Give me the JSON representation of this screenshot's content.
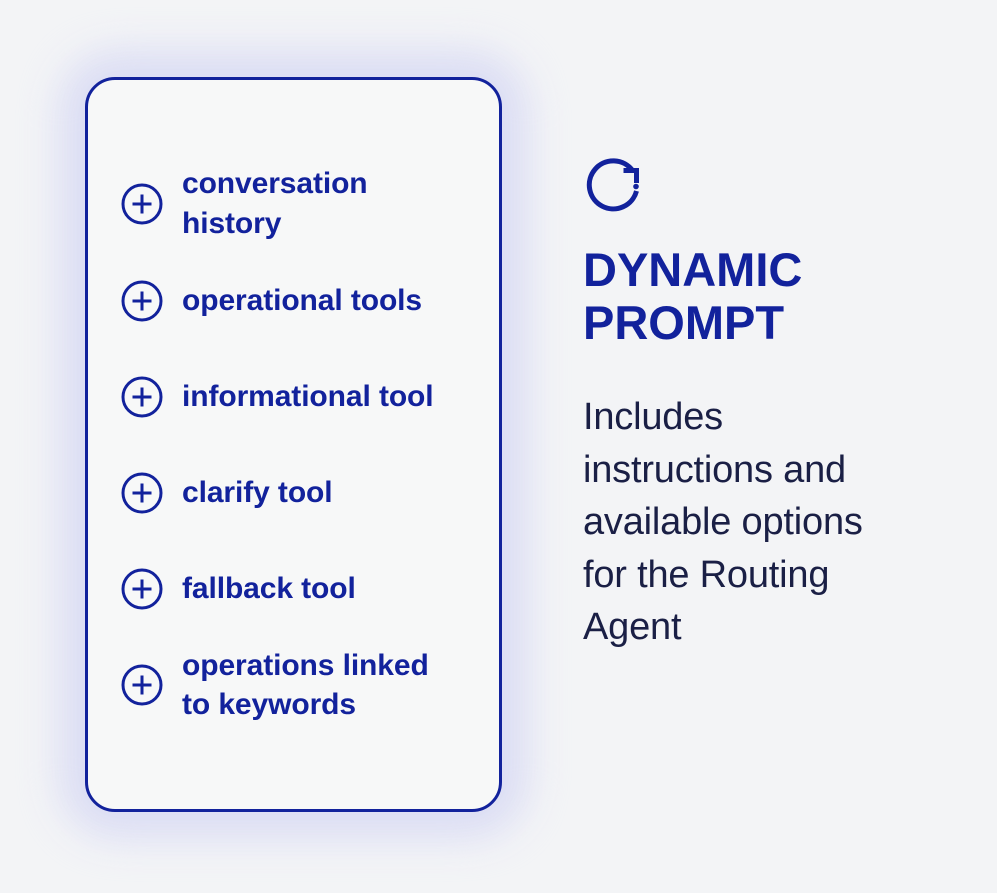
{
  "theme": {
    "page_background": "#f3f4f6",
    "card_background": "#f7f8f8",
    "accent_navy": "#12229c",
    "body_text_navy": "#1a1f45",
    "glow_lavender": "#d9dbf4"
  },
  "card": {
    "icon_name": "plus-circle-icon",
    "items": [
      {
        "label": "conversation history"
      },
      {
        "label": "operational tools"
      },
      {
        "label": "informational tool"
      },
      {
        "label": "clarify tool"
      },
      {
        "label": "fallback tool"
      },
      {
        "label": "operations linked to keywords"
      }
    ]
  },
  "panel": {
    "icon_name": "refresh-circular-arrow-icon",
    "title": "DYNAMIC PROMPT",
    "description": "Includes instructions and available options for the Routing Agent"
  }
}
